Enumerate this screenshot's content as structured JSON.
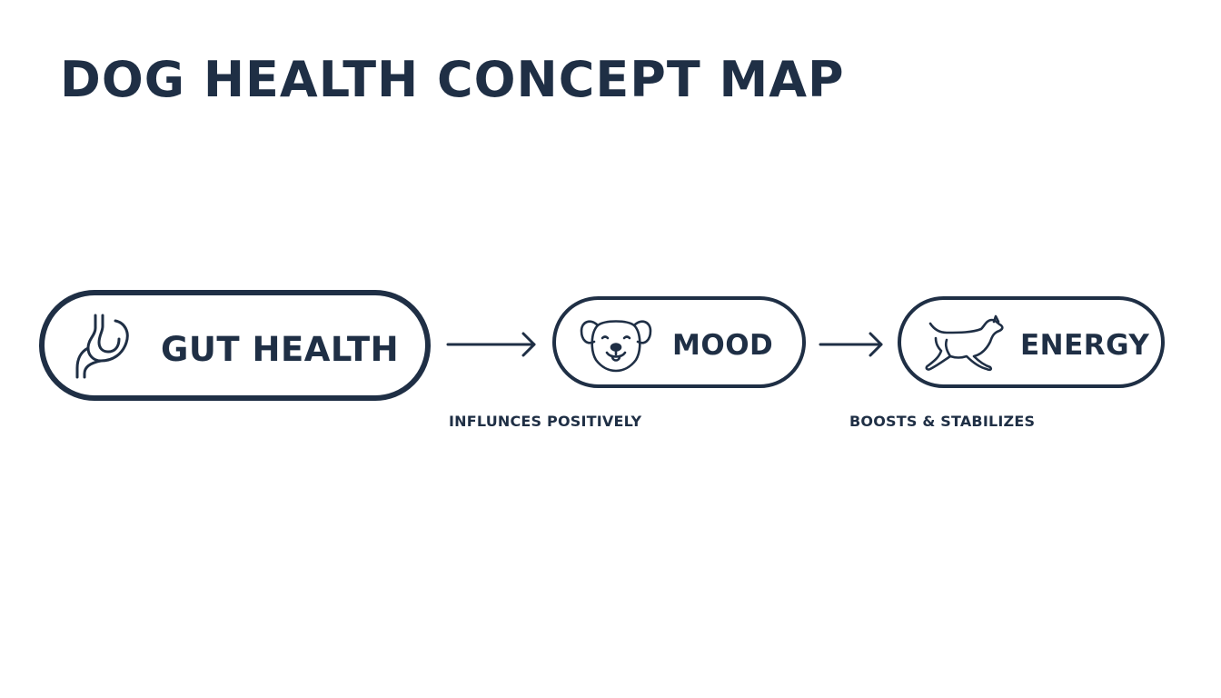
{
  "title": "DOG HEALTH CONCEPT MAP",
  "colors": {
    "ink": "#1f2f45",
    "background": "#ffffff"
  },
  "nodes": [
    {
      "label": "GUT HEALTH",
      "icon": "stomach-icon"
    },
    {
      "label": "MOOD",
      "icon": "dog-face-icon"
    },
    {
      "label": "ENERGY",
      "icon": "running-dog-icon"
    }
  ],
  "edges": [
    {
      "label": "INFLUNCES POSITIVELY",
      "icon": "arrow-right-icon"
    },
    {
      "label": "BOOSTS & STABILIZES",
      "icon": "arrow-right-icon"
    }
  ]
}
